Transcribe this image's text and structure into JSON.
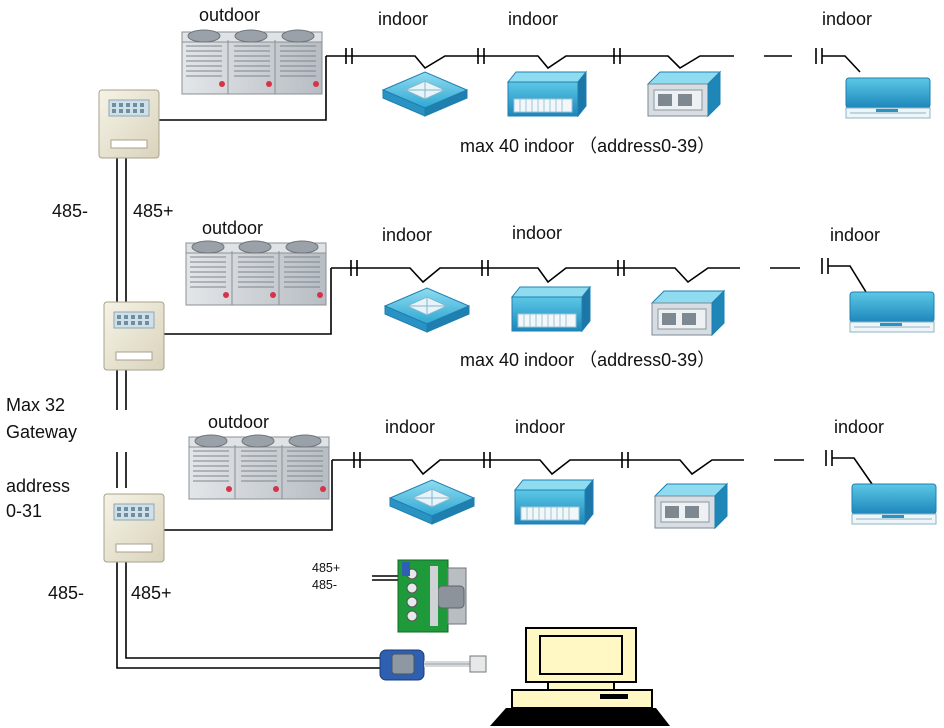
{
  "rows": [
    {
      "outdoor_label": "outdoor",
      "indoor_labels": [
        "indoor",
        "indoor",
        "indoor"
      ],
      "max_note": "max 40 indoor  （address0-39）"
    },
    {
      "outdoor_label": "outdoor",
      "indoor_labels": [
        "indoor",
        "indoor",
        "indoor"
      ],
      "max_note": "max 40 indoor  （address0-39）"
    },
    {
      "outdoor_label": "outdoor",
      "indoor_labels": [
        "indoor",
        "indoor",
        "indoor"
      ]
    }
  ],
  "bus": {
    "top_minus": "485-",
    "top_plus": "485+",
    "gateway_max_line1": "Max 32",
    "gateway_max_line2": "Gateway",
    "address_line1": "address",
    "address_line2": "0-31",
    "bottom_minus": "485-",
    "bottom_plus": "485+"
  },
  "converter": {
    "terminal_plus": "485+",
    "terminal_minus": "485-"
  },
  "colors": {
    "line": "#000000",
    "indoor_blue": "#4fc1de",
    "indoor_dark": "#1e7fb0",
    "panel_beige": "#ece8d8",
    "outdoor_grey": "#c9ced3",
    "pcb_green": "#1f9a3a",
    "monitor_yellow": "#fff8c4"
  }
}
